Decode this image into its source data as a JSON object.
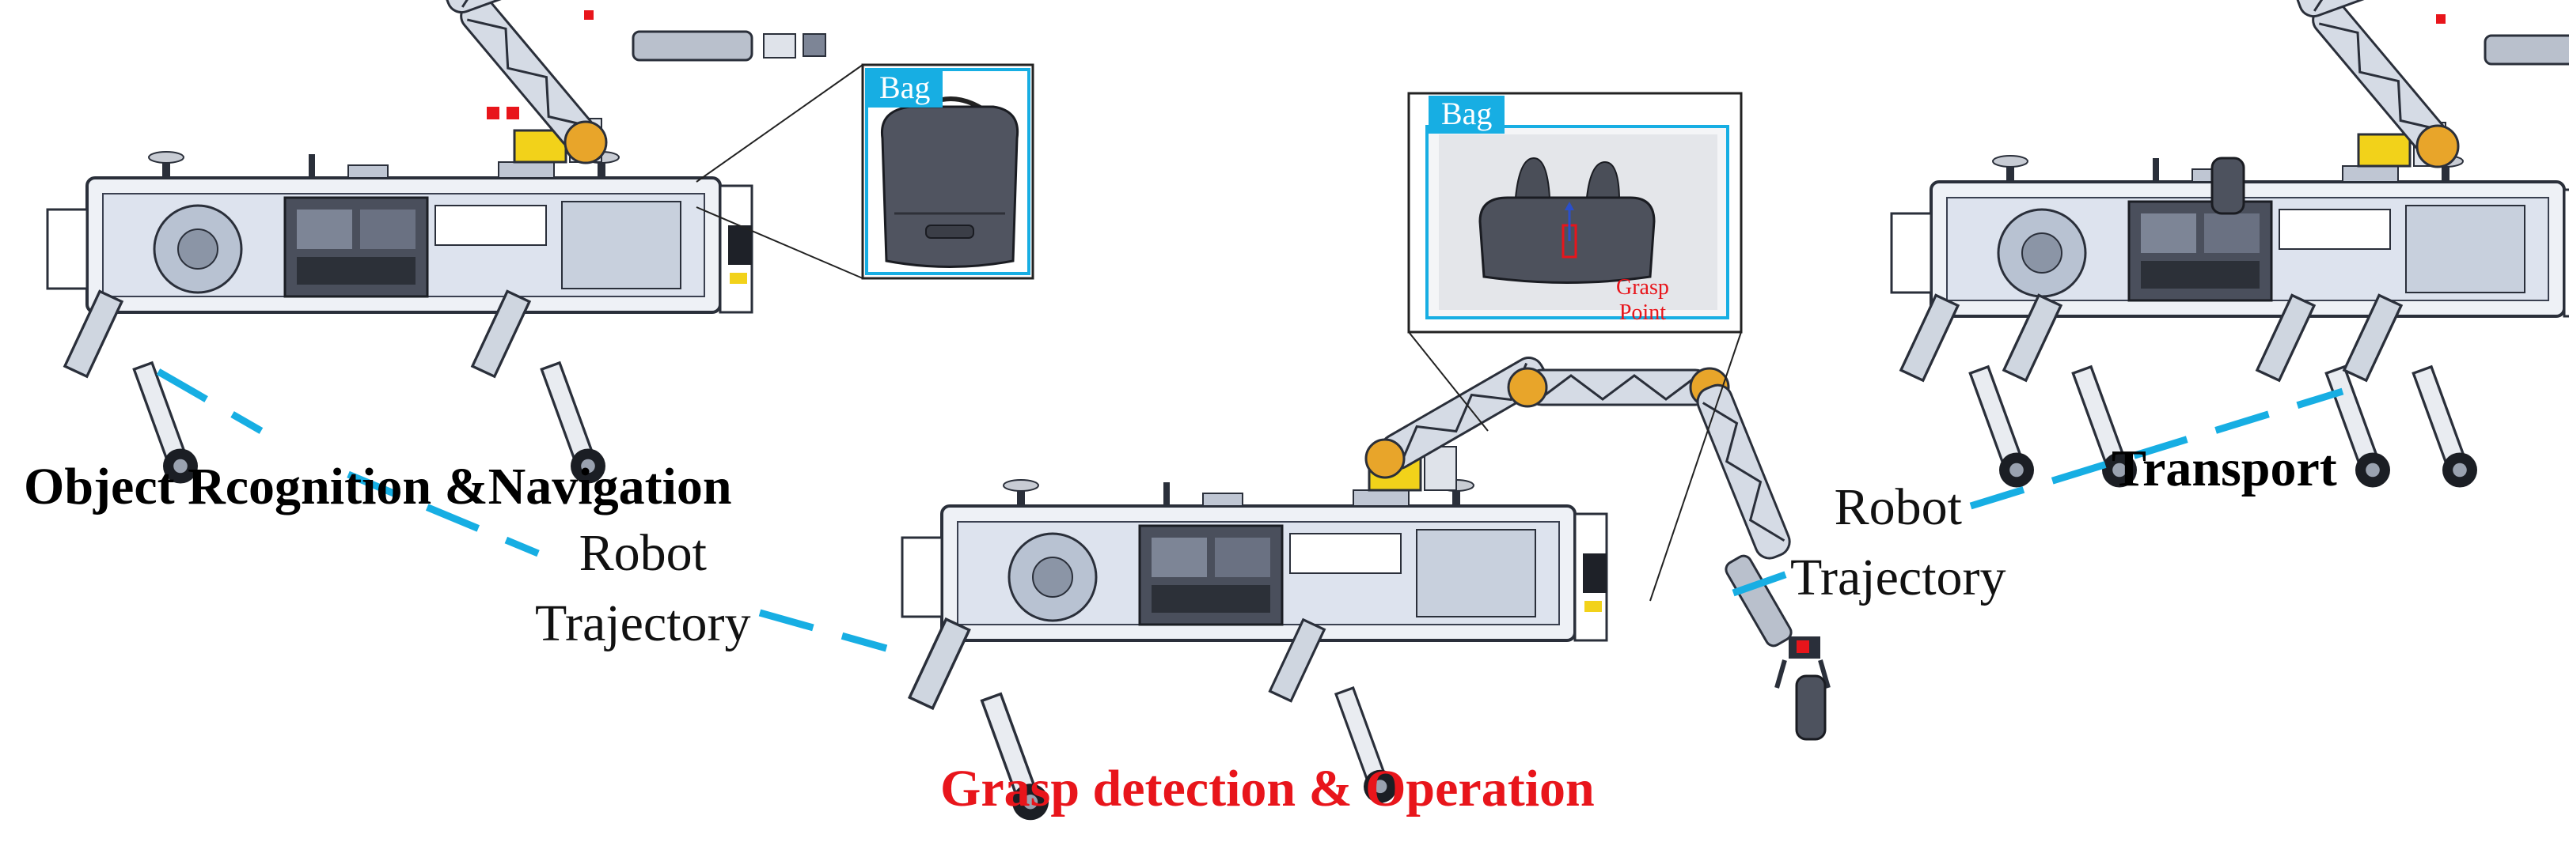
{
  "stages": {
    "recognition": "Object Rcognition &Navigation",
    "grasp": "Grasp detection & Operation",
    "transport": "Transport"
  },
  "trajectory_labels": {
    "left": {
      "line1": "Robot",
      "line2": "Trajectory"
    },
    "right": {
      "line1": "Robot",
      "line2": "Trajectory"
    }
  },
  "insets": {
    "bag_top": {
      "tag": "Bag"
    },
    "bag_side": {
      "tag": "Bag",
      "grasp_line1": "Grasp",
      "grasp_line2": "Point"
    }
  },
  "colors": {
    "trajectory": "#17aee3",
    "highlight_text": "#e8151b",
    "gripper_block": "#f2d21a"
  }
}
